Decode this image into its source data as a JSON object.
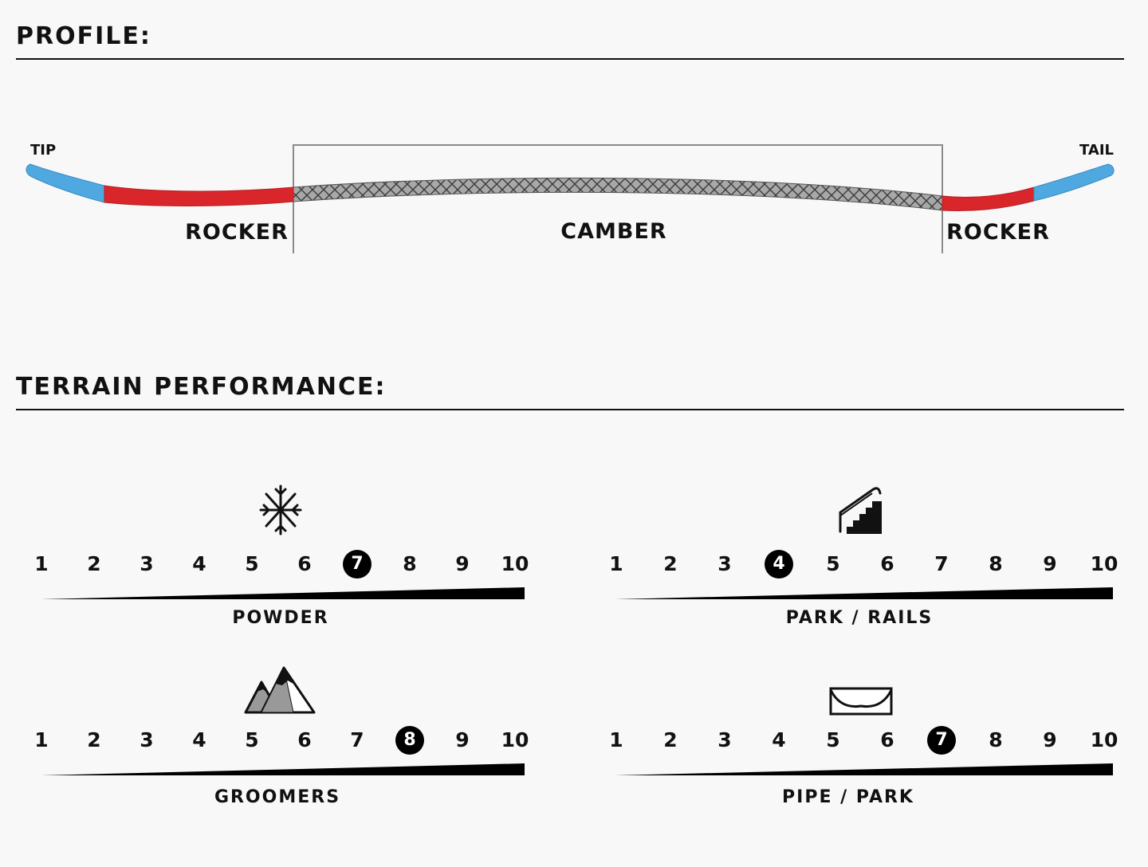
{
  "profile": {
    "title": "PROFILE:",
    "tip_label": "TIP",
    "tail_label": "TAIL",
    "zones": [
      {
        "label": "ROCKER"
      },
      {
        "label": "CAMBER"
      },
      {
        "label": "ROCKER"
      }
    ],
    "colors": {
      "tip_tail": "#4fa8e0",
      "rocker": "#d8262b",
      "camber": "#8c8c8c"
    }
  },
  "terrain": {
    "title": "TERRAIN PERFORMANCE:",
    "scale": [
      "1",
      "2",
      "3",
      "4",
      "5",
      "6",
      "7",
      "8",
      "9",
      "10"
    ],
    "ratings": [
      {
        "label": "POWDER",
        "value": 7,
        "icon": "snowflake-icon"
      },
      {
        "label": "PARK / RAILS",
        "value": 4,
        "icon": "stairs-rail-icon"
      },
      {
        "label": "GROOMERS",
        "value": 8,
        "icon": "mountains-icon"
      },
      {
        "label": "PIPE / PARK",
        "value": 7,
        "icon": "halfpipe-icon"
      }
    ]
  }
}
